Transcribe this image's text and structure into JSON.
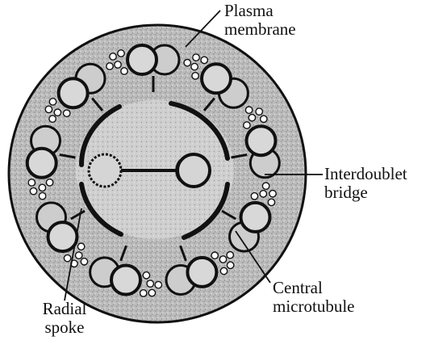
{
  "diagram": {
    "labels": {
      "plasma_membrane": "Plasma\nmembrane",
      "interdoublet_bridge": "Interdoublet\nbridge",
      "central_microtubule": "Central\nmicrotubule",
      "radial_spoke": "Radial\nspoke"
    },
    "colors": {
      "ink": "#111111",
      "cytoplasm": "#bdbdbd",
      "stipple_dark": "#8a8a8a",
      "stipple_light": "#e6e6e6",
      "background": "#ffffff"
    }
  }
}
